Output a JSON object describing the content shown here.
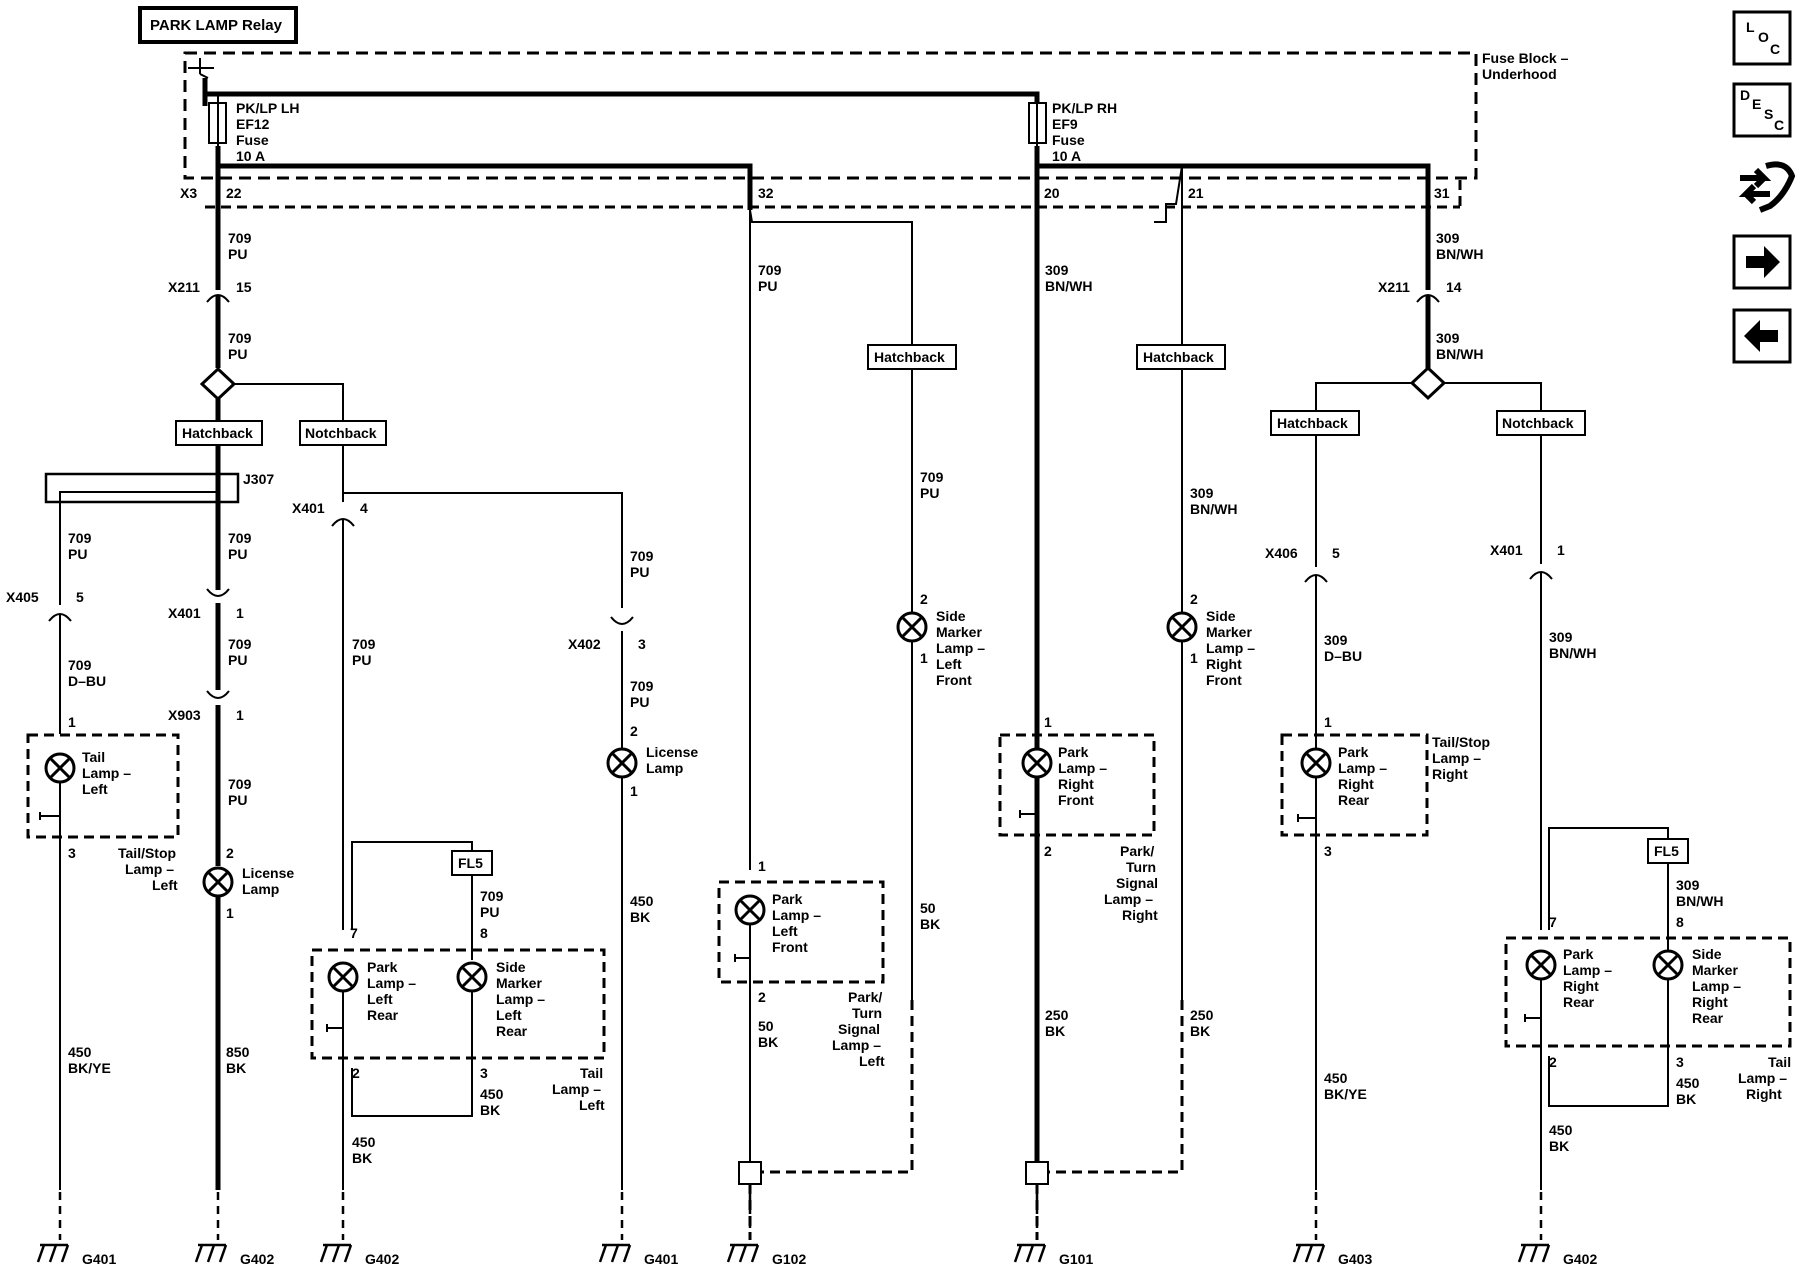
{
  "relay": "PARK LAMP Relay",
  "fuse_block": {
    "line1": "Fuse Block –",
    "line2": "Underhood"
  },
  "fuse_lh": {
    "l1": "PK/LP LH",
    "l2": "EF12",
    "l3": "Fuse",
    "l4": "10 A"
  },
  "fuse_rh": {
    "l1": "PK/LP RH",
    "l2": "EF9",
    "l3": "Fuse",
    "l4": "10 A"
  },
  "conn": {
    "x3": "X3",
    "x211": "X211",
    "x405": "X405",
    "x401": "X401",
    "x903": "X903",
    "x402": "X402",
    "x406": "X406",
    "j307": "J307"
  },
  "pins": {
    "p22": "22",
    "p32": "32",
    "p20": "20",
    "p21": "21",
    "p31": "31",
    "p15": "15",
    "p14": "14",
    "p5": "5",
    "p1": "1",
    "p2": "2",
    "p3": "3",
    "p4": "4",
    "p7": "7",
    "p8": "8"
  },
  "wires": {
    "c709": "709",
    "pu": "PU",
    "dbu": "D–BU",
    "c309": "309",
    "bnwh": "BN/WH",
    "c450": "450",
    "c850": "850",
    "c250": "250",
    "c50": "50",
    "bk": "BK",
    "bkye": "BK/YE"
  },
  "variants": {
    "hatchback": "Hatchback",
    "notchback": "Notchback",
    "fl5": "FL5"
  },
  "lamps": {
    "tail_left": [
      "Tail",
      "Lamp –",
      "Left"
    ],
    "tailstop_left": [
      "Tail/Stop",
      "Lamp –",
      "Left"
    ],
    "license": [
      "License",
      "Lamp"
    ],
    "park_left_rear": [
      "Park",
      "Lamp –",
      "Left",
      "Rear"
    ],
    "side_left_rear": [
      "Side",
      "Marker",
      "Lamp –",
      "Left",
      "Rear"
    ],
    "tail_left_lbl": [
      "Tail",
      "Lamp –",
      "Left"
    ],
    "park_left_front": [
      "Park",
      "Lamp –",
      "Left",
      "Front"
    ],
    "park_turn_left": [
      "Park/",
      "Turn",
      "Signal",
      "Lamp –",
      "Left"
    ],
    "side_left_front": [
      "Side",
      "Marker",
      "Lamp –",
      "Left",
      "Front"
    ],
    "park_right_front": [
      "Park",
      "Lamp –",
      "Right",
      "Front"
    ],
    "park_turn_right": [
      "Park/",
      "Turn",
      "Signal",
      "Lamp –",
      "Right"
    ],
    "side_right_front": [
      "Side",
      "Marker",
      "Lamp –",
      "Right",
      "Front"
    ],
    "park_right_rear_a": [
      "Park",
      "Lamp –",
      "Right",
      "Rear"
    ],
    "tailstop_right": [
      "Tail/Stop",
      "Lamp –",
      "Right"
    ],
    "park_right_rear_b": [
      "Park",
      "Lamp –",
      "Right",
      "Rear"
    ],
    "side_right_rear": [
      "Side",
      "Marker",
      "Lamp –",
      "Right",
      "Rear"
    ],
    "tail_right": [
      "Tail",
      "Lamp –",
      "Right"
    ]
  },
  "grounds": [
    "G401",
    "G402",
    "G402",
    "G401",
    "G102",
    "G101",
    "G403",
    "G402"
  ],
  "nav": {
    "loc": [
      "L",
      "O",
      "C"
    ],
    "desc": [
      "D",
      "E",
      "S",
      "C"
    ]
  }
}
